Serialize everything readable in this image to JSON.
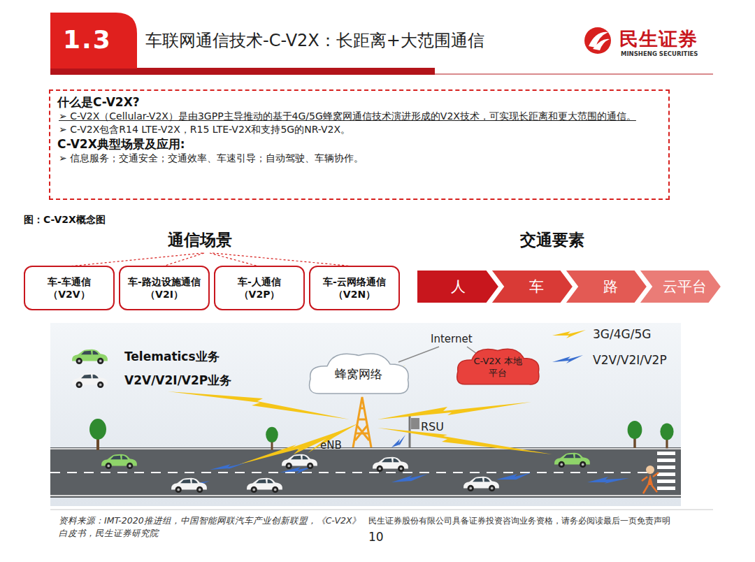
{
  "diagram": {
    "title": "车联网通信技术-C-V2X：长距离+大范围通信",
    "nodes": [
      {
        "text": [
          "1.3"
        ]
      },
      {
        "text": [
          "什么是C-V2X?",
          "➢ C-V2X（Cellular-V2X）是由3GPP主导推动的基于4G/5G蜂窝网通信技术演进形成的V2X技术，可实现长距离和更大范围的通信。",
          "➢ C-V2X包含R14 LTE-V2X，R15 LTE-V2X和支持5G的NR-V2X。",
          "C-V2X典型场景及应用:",
          "➢ 信息服务；交通安全；交通效率、车速引导；自动驾驶、车辆协作。"
        ]
      },
      {
        "text": [
          "车-车通信 （V2V）"
        ]
      },
      {
        "text": [
          "车-路边设施通信（V2I）"
        ]
      },
      {
        "text": [
          "车-人通信 （V2P）"
        ]
      },
      {
        "text": [
          "车-云网络通信 （V2N）"
        ]
      },
      {
        "text": [
          "人"
        ]
      },
      {
        "text": [
          "车"
        ]
      },
      {
        "text": [
          "路"
        ]
      },
      {
        "text": [
          "云平台"
        ]
      },
      {
        "text": [
          "蜂窝网络"
        ]
      },
      {
        "text": [
          "C-V2X 本地平台"
        ]
      }
    ],
    "labels": [
      "民生证券",
      "MINSHENG SECURITIES",
      "图：C-V2X概念图",
      "通信场景",
      "交通要素",
      "Internet",
      "eNB",
      "RSU",
      "资料来源：IMT-2020推进组，中国智能网联汽车产业创新联盟，《C-V2X》白皮书，民生证券研究院",
      "民生证券股份有限公司具备证券投资咨询业务资格，请务必阅读最后一页免责声明",
      "10"
    ],
    "legend": [
      {
        "text": "Telematics业务"
      },
      {
        "text": "V2V/V2I/V2P业务"
      },
      {
        "text": "3G/4G/5G"
      },
      {
        "text": "V2V/V2I/V2P"
      }
    ]
  }
}
